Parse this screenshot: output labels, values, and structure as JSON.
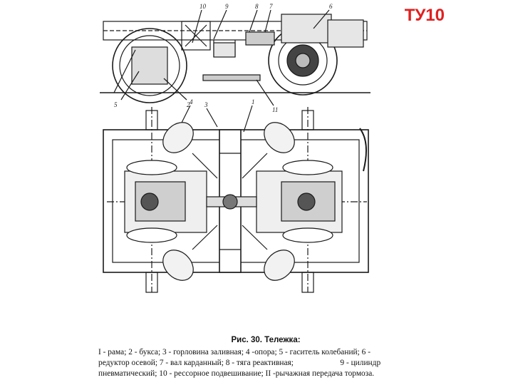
{
  "slide_tag": "ТУ10",
  "callouts": {
    "top": [
      "10",
      "9",
      "8",
      "7",
      "6",
      "5",
      "2",
      "11"
    ],
    "plan": [
      "4",
      "3",
      "1"
    ]
  },
  "caption": {
    "title": "Рис. 30. Тележка:",
    "lines": [
      "I - рама; 2 - букса; 3 - горловина заливная; 4 -опора; 5 - гаситель колебаний; 6 -",
      "редуктор осевой; 7 - вал карданный; 8 - тяга реактивная;                       9 - цилиндр",
      "пневматический; 10 - рессорное подвешивание; II -рычажная передача тормоза."
    ]
  }
}
